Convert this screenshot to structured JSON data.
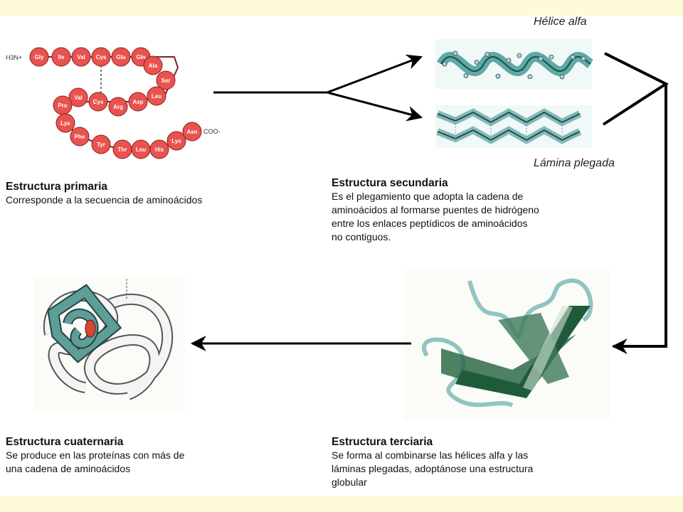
{
  "labels": {
    "helix": "Hélice alfa",
    "sheet": "Lámina plegada",
    "n_terminus": "H3N+",
    "c_terminus": "COO-"
  },
  "amino_acids": [
    "Gly",
    "Ile",
    "Val",
    "Cys",
    "Glu",
    "Gln",
    "Ala",
    "Ser",
    "Leu",
    "Asp",
    "Arg",
    "Cys",
    "Val",
    "Pro",
    "Lys",
    "Phe",
    "Tyr",
    "Thr",
    "Leu",
    "His",
    "Lys",
    "Asn"
  ],
  "captions": {
    "primary": {
      "title": "Estructura primaria",
      "desc": "Corresponde a la secuencia de aminoácidos"
    },
    "secondary": {
      "title": "Estructura secundaria",
      "desc": "Es el plegamiento que adopta la cadena de\naminoácidos al formarse puentes de hidrógeno\nentre los enlaces peptídicos de aminoácidos\nno contiguos."
    },
    "tertiary": {
      "title": "Estructura terciaria",
      "desc": "Se forma al combinarse las hélices alfa y las\nláminas plegadas, adoptánose una estructura\nglobular"
    },
    "quaternary": {
      "title": "Estructura cuaternaria",
      "desc": "Se produce en las proteínas con más de\nuna cadena de aminoácidos"
    }
  },
  "colors": {
    "background": "#fdfbd9",
    "panel": "#ffffff",
    "residue_fill": "#e8534f",
    "residue_stroke": "#8a1f1c",
    "helix": "#2f8f8a",
    "sheet_dark": "#1f5a3a",
    "arrow": "#000000"
  }
}
